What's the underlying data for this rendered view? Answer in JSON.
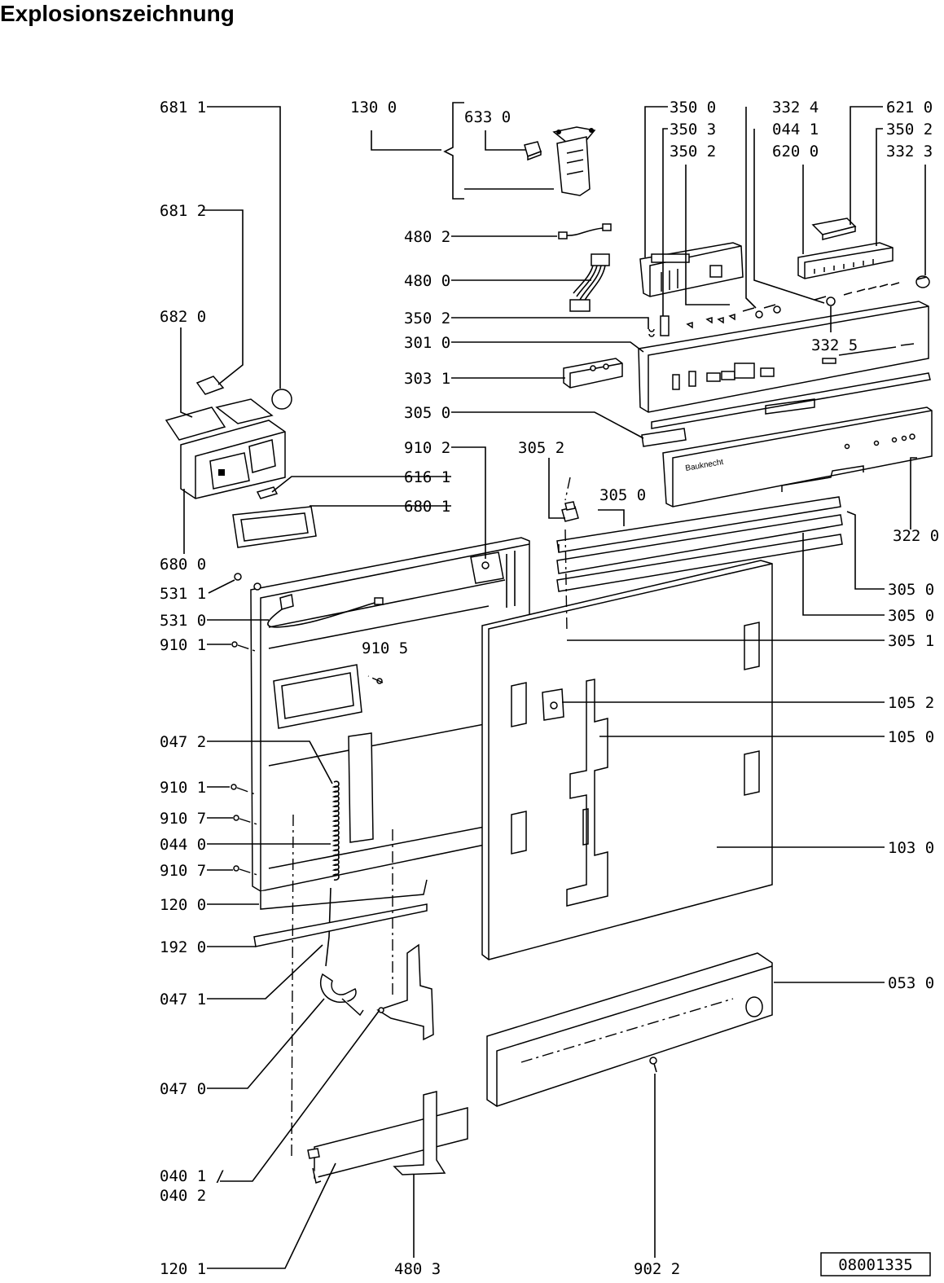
{
  "title": "Explosionszeichnung",
  "drawing_number": "08001335",
  "labels": {
    "l6811": "681 1",
    "l1300": "130 0",
    "l6330": "633 0",
    "l3500": "350 0",
    "l3324": "332 4",
    "l6210": "621 0",
    "l3503": "350 3",
    "l0441": "044 1",
    "l3502a": "350 2",
    "l3502b": "350 2",
    "l6200": "620 0",
    "l3323": "332 3",
    "l6812": "681 2",
    "l4802": "480 2",
    "l4800": "480 0",
    "l3502c": "350 2",
    "l3010": "301 0",
    "l3325": "332 5",
    "l6820": "682 0",
    "l3031": "303 1",
    "l3050a": "305 0",
    "l9102": "910 2",
    "l3052": "305 2",
    "l6161": "616 1",
    "l6801": "680 1",
    "l3050b": "305 0",
    "l3220": "322 0",
    "l6800": "680 0",
    "l5311": "531 1",
    "l5310": "531 0",
    "l3050c": "305 0",
    "l3050d": "305 0",
    "l9101a": "910 1",
    "l9105": "910 5",
    "l3051": "305 1",
    "l1052": "105 2",
    "l0472": "047 2",
    "l1050": "105 0",
    "l9101b": "910 1",
    "l9107a": "910 7",
    "l0440": "044 0",
    "l1030": "103 0",
    "l9107b": "910 7",
    "l1200": "120 0",
    "l1920": "192 0",
    "l0471": "047 1",
    "l0530": "053 0",
    "l0470": "047 0",
    "l0401": "040 1 /",
    "l0402": "040 2",
    "l1201": "120 1",
    "l4803": "480 3",
    "l9022": "902 2"
  },
  "brand_text": "Bauknecht",
  "colors": {
    "ink": "#000000",
    "paper": "#ffffff",
    "shade": "#e4e4e4"
  }
}
